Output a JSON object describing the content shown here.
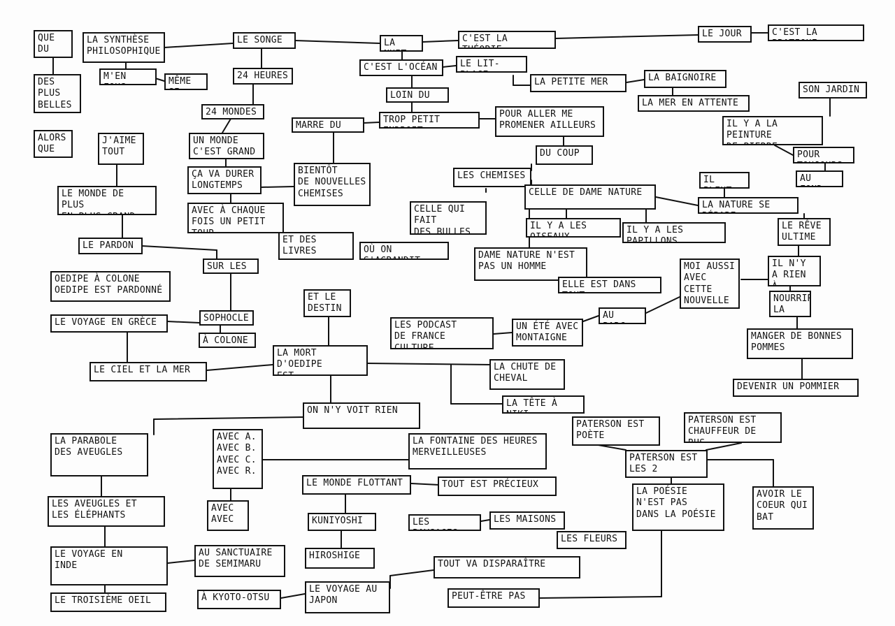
{
  "nodes": {
    "que_du_bon": "Que du\nbon",
    "des_plus_belles_heures": "Des plus\nbelles\nheures",
    "alors_que": "Alors\nque",
    "la_synthese": "La synthèse\nphilosophique",
    "le_songe": "Le songe",
    "la_nuit": "La nuit",
    "cest_la_theorie": "C'est la théorie",
    "le_jour": "Le jour",
    "cest_la_pratique": "C'est la pratique",
    "men_fous": "M'en fous",
    "meme_si": "Même si",
    "vingt_quatre_heures": "24 heures",
    "cest_locean": "C'est l'océan",
    "le_lit_plage": "Le lit-plage",
    "la_petite_mer": "La petite mer",
    "la_baignoire": "La baignoire",
    "la_mer_en_attente": "La mer en attente",
    "loin_du_moi": "Loin du moi",
    "son_jardin": "Son jardin",
    "vingt_quatre_mondes": "24 mondes",
    "marre_du_moi": "Marre du moi",
    "trop_petit_endroit": "Trop petit endroit",
    "pour_aller_me_promener": "Pour aller me\npromener ailleurs",
    "il_y_a_la_peinture": "Il y a la peinture\nde Pierre Bonnard",
    "jaime_tout": "J'aime\ntout",
    "un_monde_cest_grand": "Un monde\nc'est grand",
    "du_coup": "Du coup",
    "pour_toujours": "Pour toujours",
    "ca_va_durer": "Ça va durer\nlongtemps",
    "bientot_chemises": "Bientôt\nde nouvelles\nchemises",
    "les_chemises": "Les chemises",
    "il_pleut": "Il pleut",
    "au_fond": "Au fond",
    "le_monde_de_plus": "Le monde de plus\nen plus grand",
    "celle_de_dame_nature": "Celle de dame nature",
    "la_nature_se_repare": "La nature se répare",
    "avec_a_chaque_fois": "Avec à chaque\nfois un petit tour",
    "celle_qui_fait_des_bulles": "Celle qui fait\ndes bulles",
    "il_y_a_les_oiseaux": "Il y a les oiseaux",
    "il_y_a_les_papillons": "Il y a les papillons",
    "le_reve_ultime": "Le rêve\nultime",
    "et_des_livres": "Et des livres\nd'heures",
    "le_pardon": "Le pardon",
    "ou_on_sagrandit": "Où on s'agrandit",
    "dame_nature_nest_pas": "Dame nature n'est\npas un homme",
    "sur_les_pas": "Sur les pas",
    "moi_aussi": "Moi aussi\navec cette\nnouvelle\nchemise",
    "il_ny_a_rien_a_vendre": "Il n'y a rien\nà vendre",
    "oedipe_a_colone": "Oedipe à Colone\nOedipe est pardonné",
    "elle_est_dans_tout": "Elle est dans tout",
    "et_le_destin": "Et le\ndestin",
    "nourrir_la_vie": "Nourrir\nla vie",
    "sophocle": "Sophocle",
    "le_voyage_en_grece": "Le voyage en Grèce",
    "au_parc": "Au parc",
    "les_podcast": "Les podcast\nde France Culture",
    "un_ete_avec_montaigne": "Un été avec\nMontaigne",
    "manger_de_bonnes_pommes": "Manger de bonnes\npommes",
    "a_colone": "À Colone",
    "la_mort_doedipe": "La mort d'Oedipe\nest surnaturelle",
    "le_ciel_et_la_mer": "Le ciel et la mer",
    "la_chute_de_cheval": "La chute de\ncheval",
    "devenir_un_pommier": "Devenir un pommier",
    "la_tete_a_niki": "La tête à Niki",
    "on_ny_voit_rien": "On n'y voit rien",
    "paterson_est_poete": "Paterson est\npoète",
    "paterson_chauffeur": "Paterson est\nchauffeur de bus",
    "la_parabole": "La parabole\ndes aveugles",
    "avec_abcr": "Avec A.\nAvec B.\nAvec C.\nAvec R.",
    "la_fontaine": "La fontaine des heures\nmerveilleuses",
    "paterson_les_2": "Paterson est\nles 2",
    "le_monde_flottant": "Le monde flottant",
    "tout_est_precieux": "Tout est précieux",
    "la_poesie": "La poésie\nn'est pas\ndans la poésie",
    "avoir_le_coeur": "Avoir le\ncoeur qui\nbat",
    "les_aveugles_elephants": "Les aveugles et\nles éléphants",
    "avec_avec": "Avec\navec",
    "kuniyoshi": "Kuniyoshi",
    "les_paysages": "Les paysages",
    "les_maisons": "Les maisons",
    "les_fleurs": "Les fleurs",
    "le_voyage_en_inde": "Le voyage en\nInde",
    "au_sanctuaire": "Au sanctuaire\nde Semimaru",
    "hiroshige": "Hiroshige",
    "tout_va_disparaitre": "Tout va disparaître",
    "le_troisieme_oeil": "Le troisième oeil",
    "a_kyoto_otsu": "À Kyoto-Otsu",
    "le_voyage_au_japon": "Le voyage au\nJapon",
    "peut_etre_pas": "Peut-être pas"
  }
}
